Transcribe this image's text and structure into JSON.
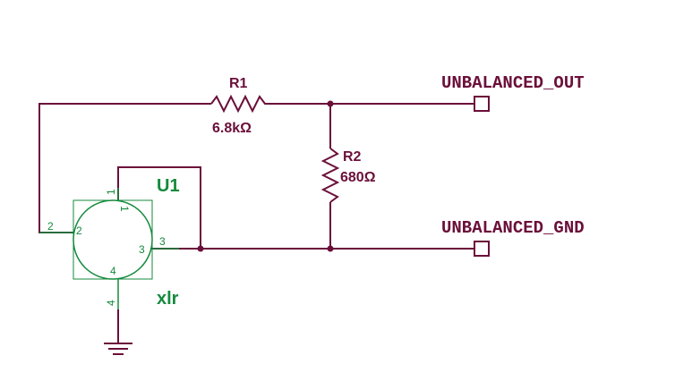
{
  "r1": {
    "ref": "R1",
    "value": "6.8kΩ"
  },
  "r2": {
    "ref": "R2",
    "value": "680Ω"
  },
  "u1": {
    "ref": "U1",
    "value": "xlr",
    "pins": {
      "p1": "1",
      "p2": "2",
      "p3": "3",
      "p4": "4"
    }
  },
  "ports": {
    "out": "UNBALANCED_OUT",
    "gnd": "UNBALANCED_GND"
  },
  "colors": {
    "wire": "#6b0f3a",
    "component": "#148a3c",
    "background": "#ffffff"
  }
}
